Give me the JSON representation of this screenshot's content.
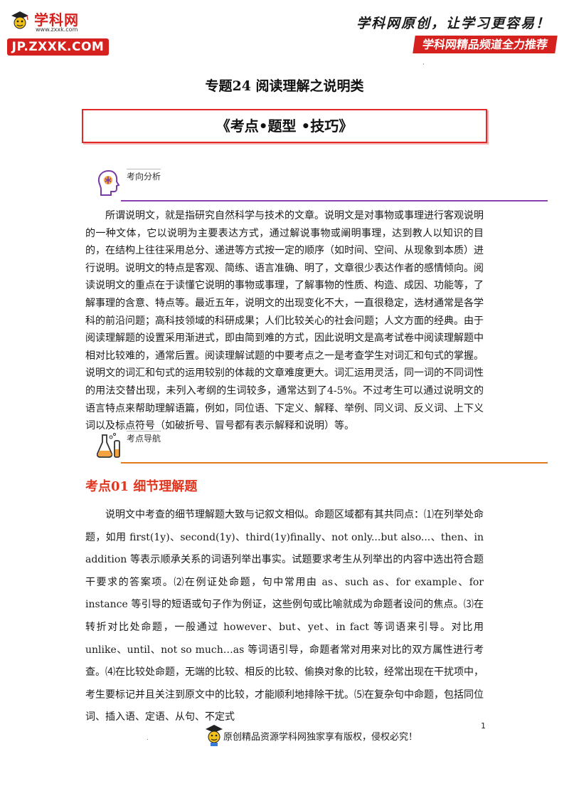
{
  "header": {
    "logo_text": "学科网",
    "logo_sub": "www.zxxk.com",
    "logo_band": "JP.ZXXK.COM",
    "slogan": "学科网原创，让学习更容易！",
    "promo": "学科网精品频道全力推荐",
    "accent_color": "#d6221e"
  },
  "title": "专题24  阅读理解之说明类",
  "boxed_title": "《考点•题型 •技巧》",
  "section1": {
    "label": "考向分析",
    "icon": "brain-head-icon",
    "line_color": "#8a3fb0",
    "paragraph": "所谓说明文，就是指研究自然科学与技术的文章。说明文是对事物或事理进行客观说明的一种文体，它以说明为主要表达方式，通过解说事物或阐明事理，达到教人以知识的目的，在结构上往往采用总分、递进等方式按一定的顺序（如时间、空间、从现象到本质）进行说明。说明文的特点是客观、简练、语言准确、明了，文章很少表达作者的感情倾向。阅读说明文的重点在于读懂它说明的事物或事理，了解事物的性质、构造、成因、功能等，了解事理的含意、特点等。最近五年，说明文的出现变化不大，一直很稳定，选材通常是各学科的前沿问题；高科技领域的科研成果；人们比较关心的社会问题；人文方面的经典。由于阅读理解题的设置采用渐进式，即由简到难的方式，因此说明文是高考试卷中阅读理解题中相对比较难的，通常后置。阅读理解试题的中要考点之一是考查学生对词汇和句式的掌握。说明文的词汇和句式的运用较别的体裁的文章难度更大。词汇运用灵活，同一词的不同词性的用法交替出现，未列入考纲的生词较多，通常达到了4-5%。不过考生可以通过说明文的语言特点来帮助理解语篇，例如，同位语、下定义、解释、举例、同义词、反义词、上下义词以及标点符号（如破折号、冒号都有表示解释和说明）等。"
  },
  "section2": {
    "label": "考点导航",
    "icon": "flask-icon",
    "line_color": "#e07a1f"
  },
  "kaodian": {
    "title": "考点01  细节理解题",
    "paragraph": "说明文中考查的细节理解题大致与记叙文相似。命题区域都有其共同点：⑴在列举处命题，如用 first(1y)、second(1y)、third(1y)finally、not only...but also...、then、in addition 等表示顺承关系的词语列举出事实。试题要求考生从列举出的内容中选出符合题干要求的答案项。⑵在例证处命题，句中常用由 as、such as、for example、for instance 等引导的短语或句子作为例证，这些例句或比喻就成为命题者设问的焦点。⑶在转折对比处命题，一般通过 however、but、yet、in fact 等词语来引导。对比用 unlike、until、not so much…as 等词语引导，命题者常对用来对比的双方属性进行考查。⑷在比较处命题，无端的比较、相反的比较、偷换对象的比较，经常出现在干扰项中，考生要标记并且关注到原文中的比较，才能顺利地排除干扰。⑸在复杂句中命题，包括同位词、插入语、定语、从句、不定式"
  },
  "footer": {
    "page_number": "1",
    "text": "原创精品资源学科网独家享有版权，侵权必究！"
  }
}
